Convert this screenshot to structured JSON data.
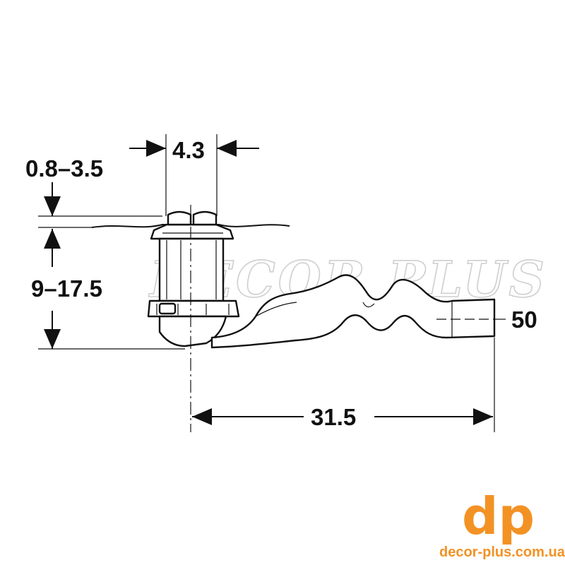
{
  "diagram": {
    "dimensions": {
      "outlet_width": "4.3",
      "flange_thickness": "0.8–3.5",
      "body_height": "9–17.5",
      "pipe_diameter": "50",
      "total_length": "31.5"
    },
    "watermark": "DECOR PLUS"
  },
  "brand": {
    "logo_letters": "dp",
    "url": "decor-plus.com.ua",
    "color": "#f39224"
  }
}
